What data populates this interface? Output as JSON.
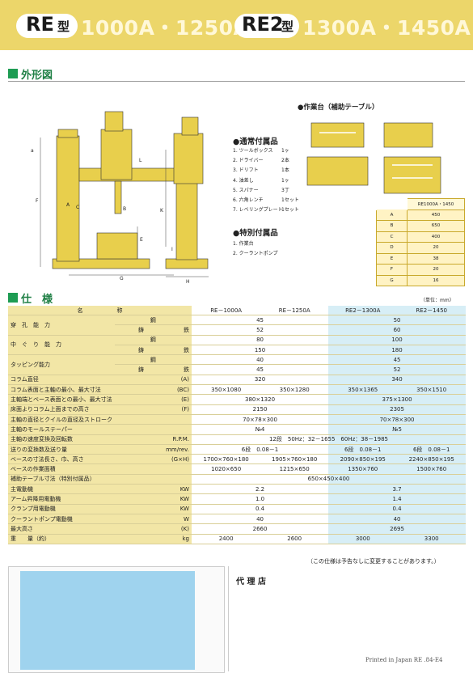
{
  "header": {
    "model_re": "RE",
    "model_re_suffix": "型",
    "range_re": "1000A・1250A",
    "model_re2": "RE2",
    "model_re2_suffix": "型",
    "range_re2": "1300A・1450A"
  },
  "section_drawing": {
    "title": "外形図"
  },
  "drawing_labels": {
    "A": "A",
    "B": "B",
    "C": "C",
    "E": "E",
    "F": "F",
    "G": "G",
    "H": "H",
    "I": "I",
    "K": "K",
    "L": "L",
    "a": "a"
  },
  "table_section": {
    "title": "●作業台（補助テーブル）"
  },
  "standard_accessories": {
    "title": "●通常付属品",
    "items": [
      {
        "name": "1. ツールボックス",
        "qty": "1ヶ"
      },
      {
        "name": "2. ドライバー",
        "qty": "2本"
      },
      {
        "name": "3. ドリフト",
        "qty": "1本"
      },
      {
        "name": "4. 油差し",
        "qty": "1ヶ"
      },
      {
        "name": "5. スパナー",
        "qty": "3丁"
      },
      {
        "name": "6. 六角レンチ",
        "qty": "1セット"
      },
      {
        "name": "7. レベリングプレート",
        "qty": "1セット"
      }
    ]
  },
  "special_accessories": {
    "title": "●特別付属品",
    "items": [
      "1. 作業台",
      "2. クーラントポンプ"
    ]
  },
  "dimension_table": {
    "header": "RE1000A・1450",
    "rows": [
      [
        "A",
        "450"
      ],
      [
        "B",
        "650"
      ],
      [
        "C",
        "400"
      ],
      [
        "D",
        "20"
      ],
      [
        "E",
        "38"
      ],
      [
        "F",
        "20"
      ],
      [
        "G",
        "16"
      ]
    ]
  },
  "section_spec": {
    "title": "仕　様",
    "unit": "（単位：mm）"
  },
  "spec_header": {
    "name": "名　　　　　　称",
    "m1": "RE－1000A",
    "m2": "RE－1250A",
    "m3": "RE2－1300A",
    "m4": "RE2－1450"
  },
  "spec_rows": [
    [
      "穿　孔　能　力",
      "鋼",
      "45",
      "50"
    ],
    [
      "",
      "鋳　　　　　　　鉄",
      "52",
      "60"
    ],
    [
      "中　ぐ　り　能　力",
      "鋼",
      "80",
      "100"
    ],
    [
      "",
      "鋳　　　　　　　鉄",
      "150",
      "180"
    ],
    [
      "タッピング能力",
      "鋼",
      "40",
      "45"
    ],
    [
      "",
      "鋳　　　　　　　鉄",
      "45",
      "52"
    ],
    [
      "コラム直径",
      "(A)",
      "320",
      "340"
    ],
    [
      "コラム表面と主軸の最小、最大寸法",
      "(BC)",
      "350×1080",
      "350×1280",
      "350×1365",
      "350×1510"
    ],
    [
      "主軸端とベース表面との最小、最大寸法",
      "(E)",
      "380×1320",
      "375×1300"
    ],
    [
      "床面よりコラム上面までの高さ",
      "(F)",
      "2150",
      "2305"
    ],
    [
      "主軸の直径とクイルの直径及ストローク",
      "",
      "70×78×300",
      "70×78×300"
    ],
    [
      "主軸のモールステーパー",
      "",
      "№4",
      "№5"
    ],
    [
      "主軸の速度変換及回転数",
      "R.P.M.",
      "12段　50Hz：32－1655　60Hz：38－1985"
    ],
    [
      "送りの変換数及送り量",
      "mm/rev.",
      "6段　0.08－1",
      "6段　0.08－1",
      "6段　0.08－1"
    ],
    [
      "ベースの寸法長さ、巾、高さ",
      "(G×H)",
      "1700×760×180",
      "1905×760×180",
      "2090×850×195",
      "2240×850×195"
    ],
    [
      "ベースの作業面積",
      "",
      "1020×650",
      "1215×650",
      "1350×760",
      "1500×760"
    ],
    [
      "補助テーブル寸法（特別付属品）",
      "",
      "650×450×400"
    ],
    [
      "主電動機",
      "KW",
      "2.2",
      "3.7"
    ],
    [
      "アーム昇降用電動機",
      "KW",
      "1.0",
      "1.4"
    ],
    [
      "クランプ用電動機",
      "KW",
      "0.4",
      "0.4"
    ],
    [
      "クーラントポンプ電動機",
      "W",
      "40",
      "40"
    ],
    [
      "最大高さ",
      "(K)",
      "2660",
      "2695"
    ],
    [
      "重　　量（約）",
      "kg",
      "2400",
      "2600",
      "3000",
      "3300"
    ]
  ],
  "spec_note": "（この仕様は予告なしに変更することがあります。）",
  "agent": {
    "title": "代 理 店"
  },
  "footer": {
    "printed": "Printed in Japan RE .84-E4"
  },
  "colors": {
    "header_yellow": "#ecd66a",
    "accent_green": "#1e9c53",
    "re2_blue": "#d7eef6",
    "label_yellow": "#f2e6a6",
    "machine_yellow": "#e8cf4c"
  }
}
